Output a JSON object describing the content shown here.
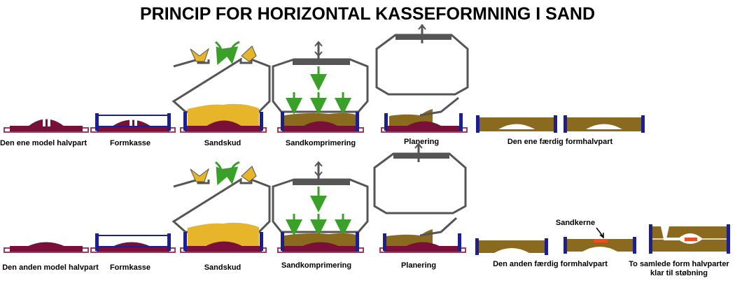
{
  "title": "PRINCIP FOR HORIZONTAL KASSEFORMNING I SAND",
  "labels": {
    "row1_pattern": "Den ene model halvpart",
    "row1_flask": "Formkasse",
    "row1_sandshot": "Sandskud",
    "row1_compress": "Sandkomprimering",
    "row1_level": "Planering",
    "row1_finished": "Den ene færdig formhalvpart",
    "row2_pattern": "Den anden model halvpart",
    "row2_flask": "Formkasse",
    "row2_sandshot": "Sandskud",
    "row2_compress": "Sandkomprimering",
    "row2_level": "Planering",
    "row2_finished": "Den anden færdig formhalvpart",
    "core": "Sandkerne",
    "assembled_line1": "To samlede form halvparter",
    "assembled_line2": "klar til støbning"
  },
  "colors": {
    "pattern": "#7a0f3a",
    "plate": "#a23b5b",
    "flask": "#1e1f8f",
    "sand_loose": "#e6b52a",
    "sand_packed": "#8a6a1e",
    "machine": "#555555",
    "arrow": "#3aa02a",
    "core": "#e8501e",
    "label": "#000000"
  },
  "icons": [
    "sand-flow-arrow-icon",
    "compression-arrow-icon",
    "leveling-blade-icon",
    "piston-icon"
  ]
}
